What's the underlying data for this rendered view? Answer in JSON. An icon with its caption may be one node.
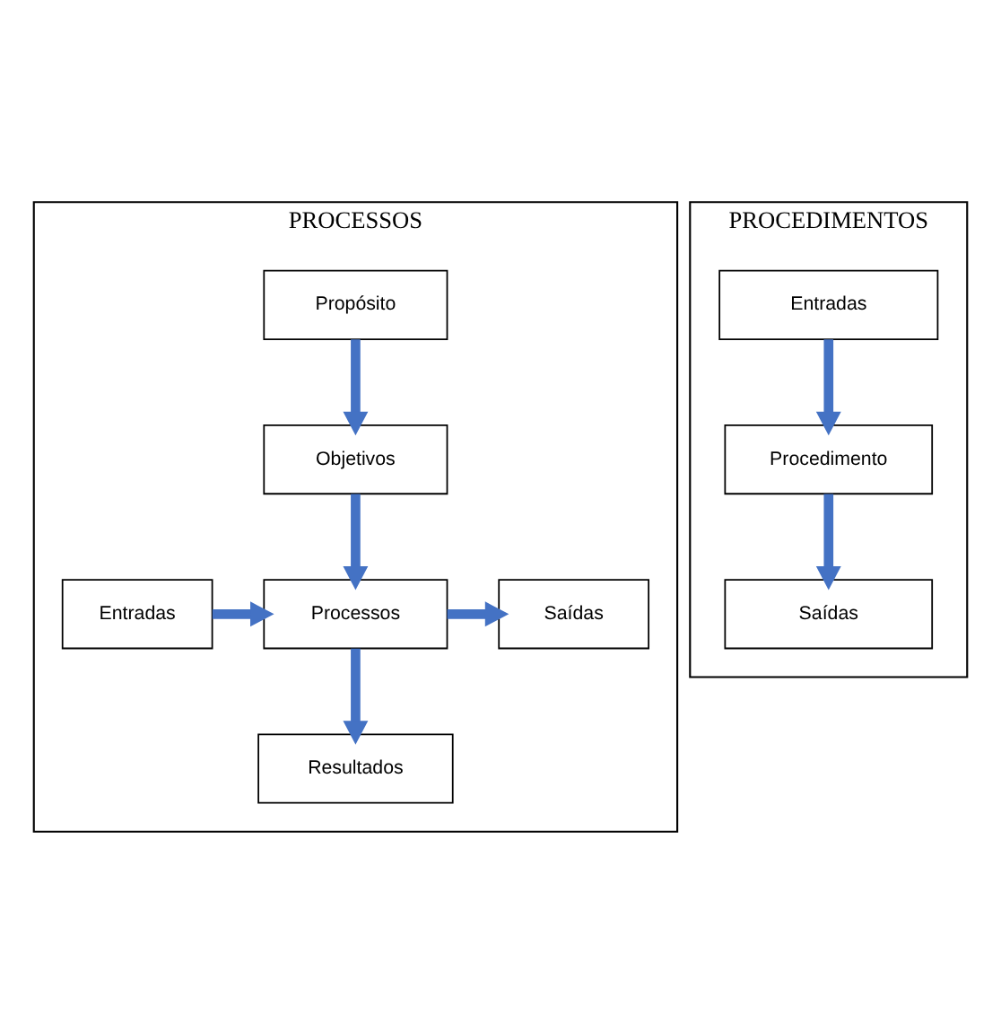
{
  "diagram": {
    "nodes": [
      {
        "text": [
          "PROCESSOS"
        ]
      },
      {
        "text": [
          "Propósito"
        ],
        "in": 0
      },
      {
        "text": [
          "Objetivos"
        ],
        "in": 0
      },
      {
        "text": [
          "Entradas"
        ],
        "in": 0
      },
      {
        "text": [
          "Processos"
        ],
        "in": 0
      },
      {
        "text": [
          "Saídas"
        ],
        "in": 0
      },
      {
        "text": [
          "Resultados"
        ],
        "in": 0
      },
      {
        "text": [
          "PROCEDIMENTOS"
        ]
      },
      {
        "text": [
          "Entradas"
        ],
        "in": 7
      },
      {
        "text": [
          "Procedimento"
        ],
        "in": 7
      },
      {
        "text": [
          "Saídas"
        ],
        "in": 7
      }
    ],
    "edges": [
      {
        "from": 1,
        "to": 2,
        "arrow": "to"
      },
      {
        "from": 2,
        "to": 4,
        "arrow": "to"
      },
      {
        "from": 3,
        "to": 4,
        "arrow": "to"
      },
      {
        "from": 4,
        "to": 5,
        "arrow": "to"
      },
      {
        "from": 4,
        "to": 6,
        "arrow": "to"
      },
      {
        "from": 8,
        "to": 9,
        "arrow": "to"
      },
      {
        "from": 9,
        "to": 10,
        "arrow": "to"
      }
    ]
  }
}
